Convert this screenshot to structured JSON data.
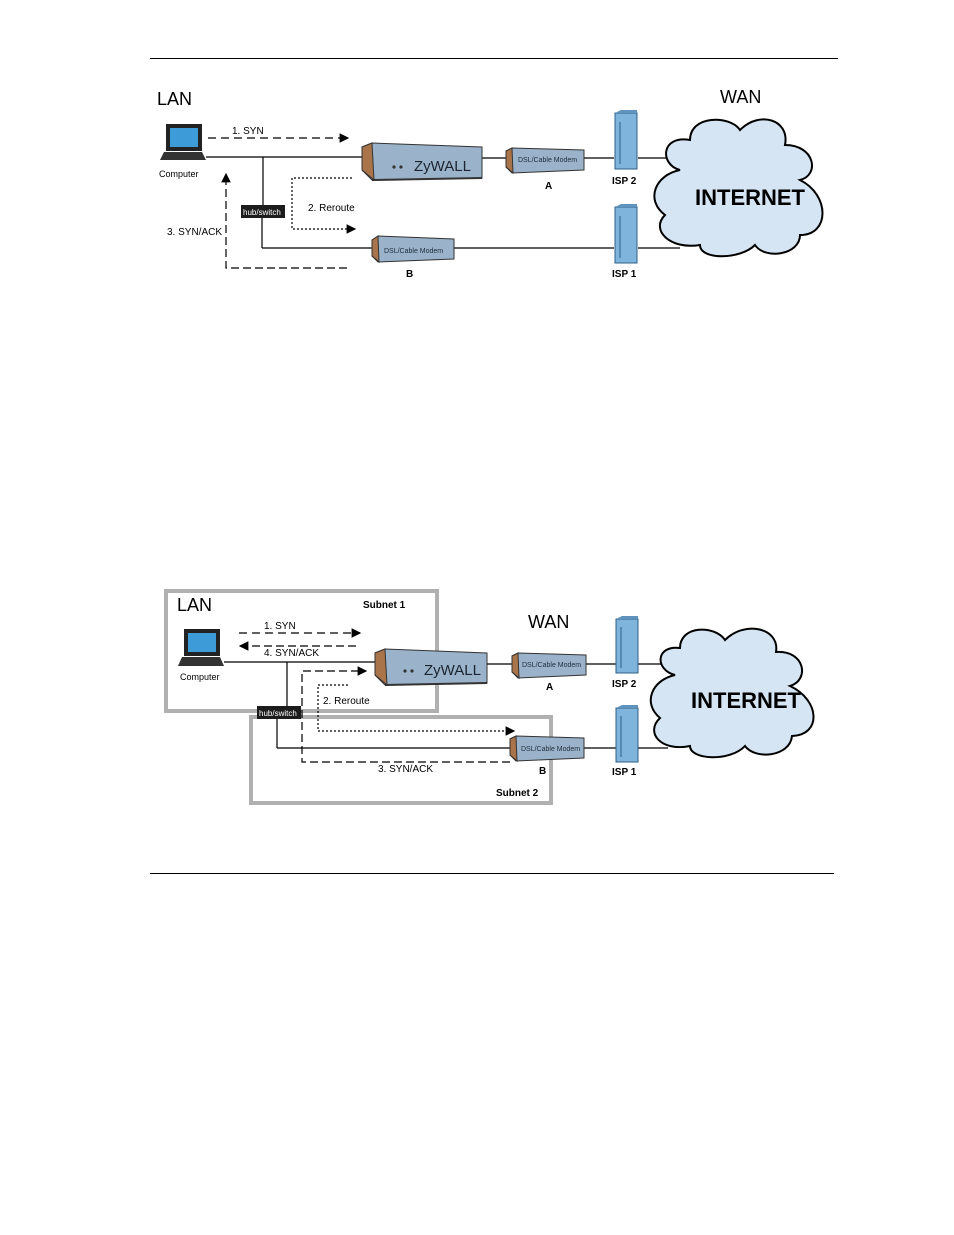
{
  "diagram1": {
    "lan": "LAN",
    "wan": "WAN",
    "computer": "Computer",
    "hub": "hub/switch",
    "step1": "1.  SYN",
    "step2": "2. Reroute",
    "step3": "3. SYN/ACK",
    "zywall": "ZyWALL",
    "modem_a_label": "DSL/Cable Modem",
    "modem_b_label": "DSL/Cable Modem",
    "modem_a": "A",
    "modem_b": "B",
    "isp2": "ISP 2",
    "isp1": "ISP 1",
    "internet": "INTERNET"
  },
  "diagram2": {
    "lan": "LAN",
    "wan": "WAN",
    "subnet1": "Subnet 1",
    "subnet2": "Subnet 2",
    "computer": "Computer",
    "hub": "hub/switch",
    "step1": "1. SYN",
    "step4": "4. SYN/ACK",
    "step2": "2. Reroute",
    "step3": "3. SYN/ACK",
    "zywall": "ZyWALL",
    "modem_a_label": "DSL/Cable Modem",
    "modem_b_label": "DSL/Cable Modem",
    "modem_a": "A",
    "modem_b": "B",
    "isp2": "ISP 2",
    "isp1": "ISP 1",
    "internet": "INTERNET"
  },
  "colors": {
    "device_blue": "#8fa9c4",
    "device_brown": "#a9744a",
    "cloud": "#d5e5f3",
    "isp_blue": "#7fb4dc",
    "subnet_border": "#b0b0b0"
  }
}
